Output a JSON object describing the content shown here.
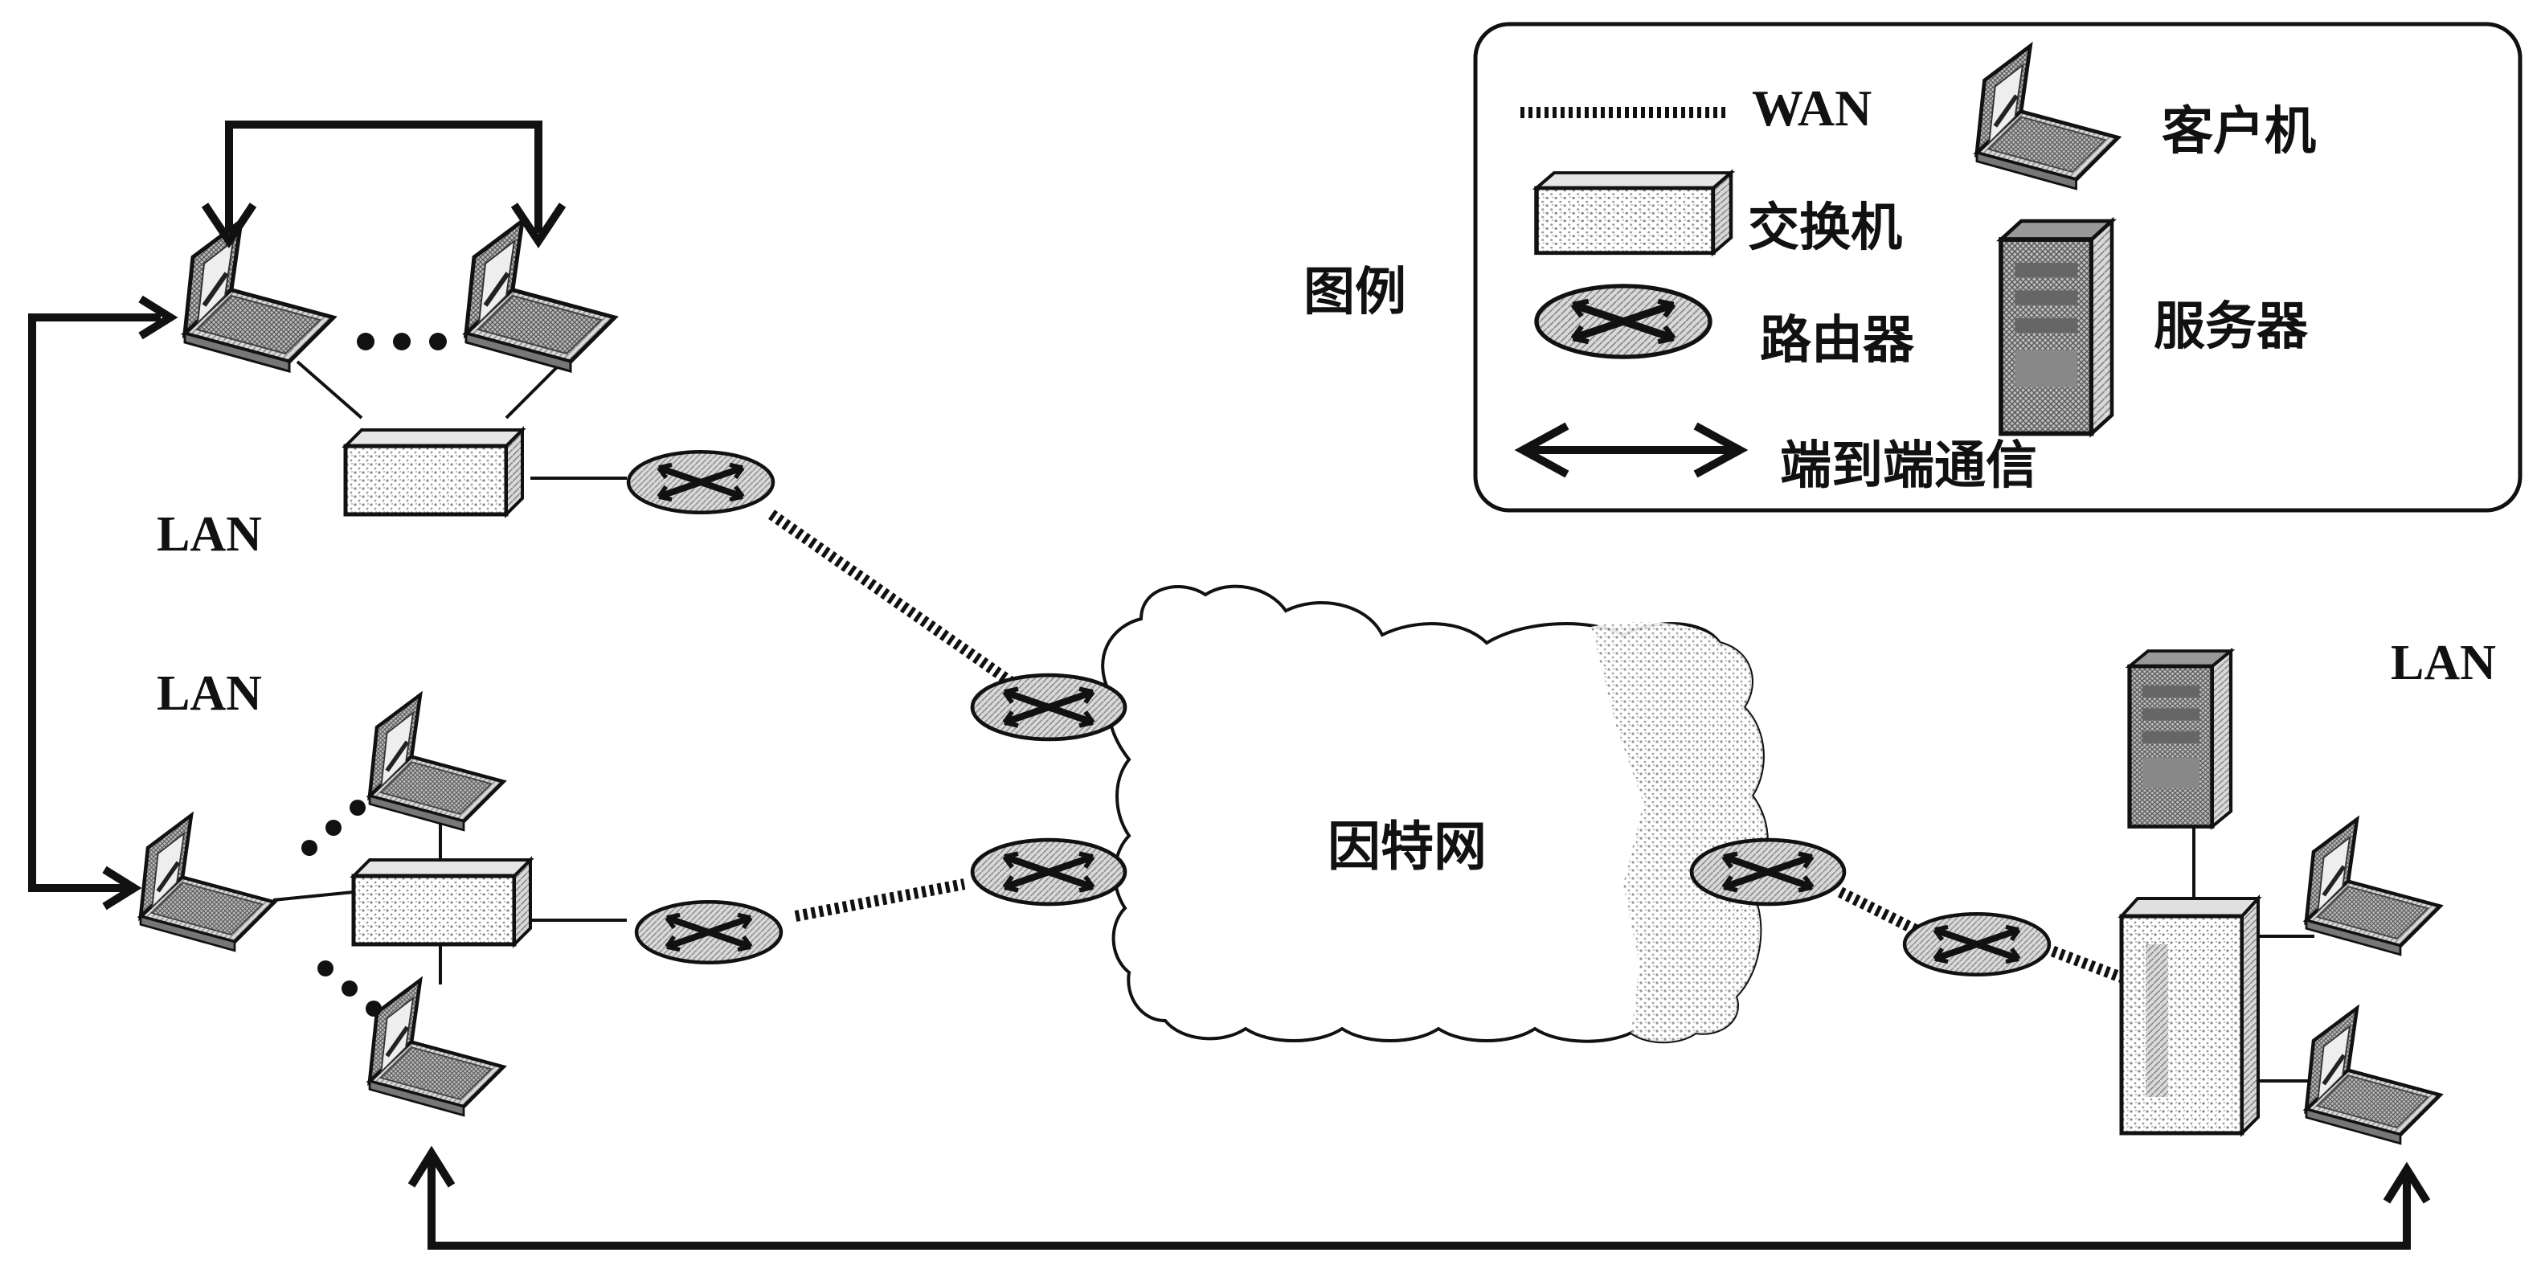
{
  "legend": {
    "title": "图例",
    "wan": "WAN",
    "client": "客户机",
    "switch": "交换机",
    "router": "路由器",
    "server": "服务器",
    "e2e": "端到端通信"
  },
  "internet": "因特网",
  "lan_labels": {
    "top_left": "LAN",
    "mid_left": "LAN",
    "right": "LAN"
  }
}
